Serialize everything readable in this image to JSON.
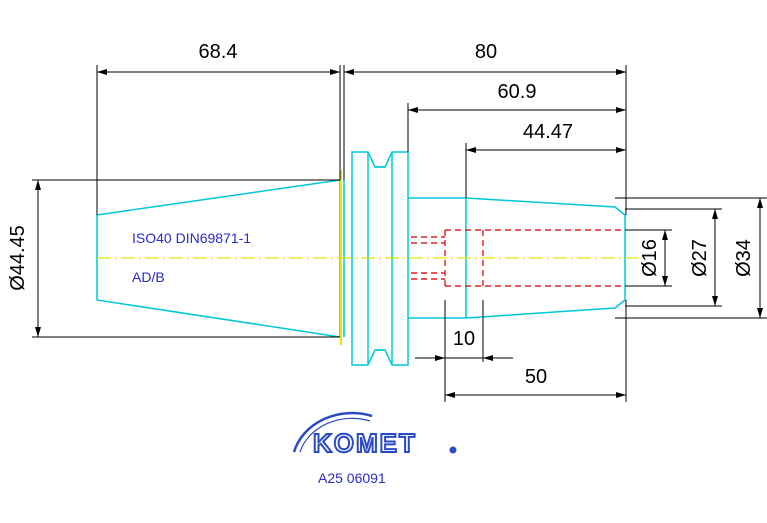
{
  "dimensions": {
    "taper_length": "68.4",
    "overall_length": "80",
    "flange_to_end": "60.9",
    "bore_depth": "44.47",
    "clamp_length": "50",
    "stop_length": "10",
    "taper_diameter": "Ø44.45",
    "bore_diameter": "Ø16",
    "collar_diameter": "Ø27",
    "shank_diameter": "Ø34"
  },
  "notes": {
    "standard": "ISO40 DIN69871-1",
    "form": "AD/B"
  },
  "logo": {
    "brand": "KOMET",
    "article_code": "A25 06091"
  },
  "colors": {
    "outline": "#00c8d8",
    "dimension": "#000000",
    "centerline": "#e8e800",
    "hidden": "#e02020",
    "text_blue": "#2a2ad0"
  }
}
